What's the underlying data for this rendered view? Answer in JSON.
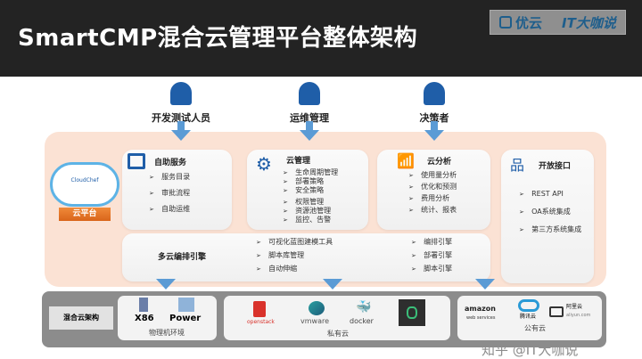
{
  "header": {
    "title": "SmartCMP混合云管理平台整体架构",
    "logo_left": "优云",
    "logo_right": "IT大咖说"
  },
  "personas": [
    {
      "label": "开发测试人员",
      "icon": "developer-icon"
    },
    {
      "label": "运维管理",
      "icon": "ops-icon"
    },
    {
      "label": "决策者",
      "icon": "decision-maker-icon"
    }
  ],
  "cloud_platform": {
    "label": "云平台",
    "brand": "CloudChef"
  },
  "self_service": {
    "title": "自助服务",
    "items": [
      "服务目录",
      "审批流程",
      "自助运维"
    ]
  },
  "cloud_management": {
    "title": "云管理",
    "items_a": [
      "生命周期管理",
      "部署策略",
      "安全策略"
    ],
    "items_b": [
      "权限管理",
      "资源池管理",
      "监控、告警"
    ]
  },
  "cloud_analytics": {
    "title": "云分析",
    "items": [
      "使用量分析",
      "优化和预测",
      "费用分析",
      "统计、报表"
    ]
  },
  "open_api": {
    "title": "开放接口",
    "items": [
      "REST API",
      "OA系统集成",
      "第三方系统集成"
    ]
  },
  "orchestration": {
    "title": "多云编排引擎",
    "items_a": [
      "可视化蓝图建模工具",
      "脚本库管理",
      "自动伸缩"
    ],
    "items_b": [
      "编排引擎",
      "部署引擎",
      "脚本引擎"
    ]
  },
  "infrastructure": {
    "label": "混合云架构",
    "physical": {
      "label": "物理机环境",
      "items": [
        "X86",
        "Power"
      ]
    },
    "private": {
      "label": "私有云",
      "items": [
        "openstack",
        "vmware",
        "docker"
      ]
    },
    "public": {
      "label": "公有云",
      "items": [
        "amazon",
        "web services",
        "腾讯云",
        "阿里云",
        "aliyun.com"
      ]
    }
  },
  "watermark": "知乎 @IT大咖说",
  "colors": {
    "header": "#232323",
    "panel": "#fbe2d4",
    "accent": "#1f5ea8",
    "arrow": "#5b9bd5",
    "bottom": "#8c8c8c"
  }
}
